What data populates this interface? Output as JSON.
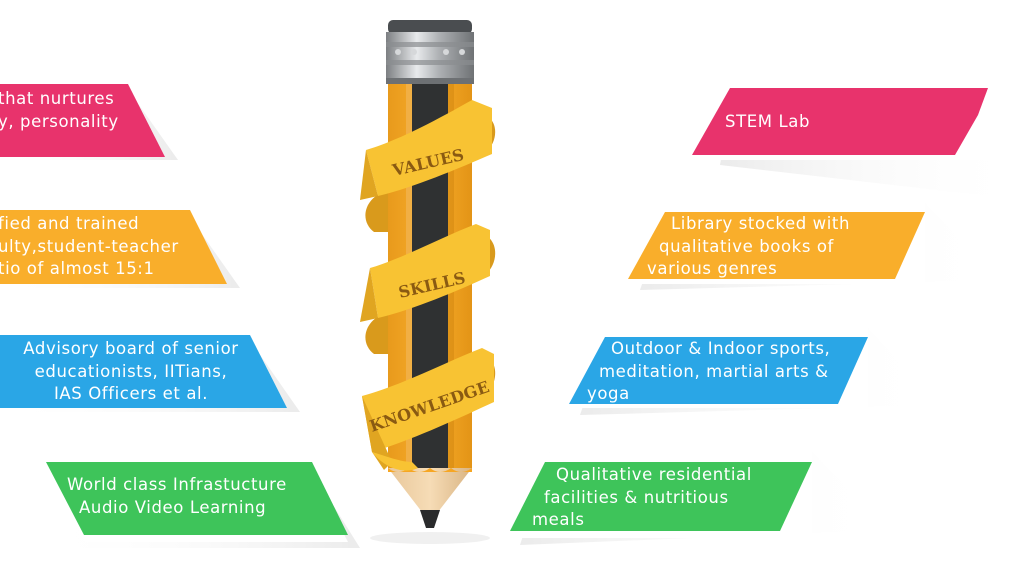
{
  "left_items": [
    {
      "lines": [
        "that nurtures",
        "y, personality"
      ],
      "color": "#e8336c"
    },
    {
      "lines": [
        "fied and trained",
        "ulty,student-teacher",
        "tio of almost 15:1"
      ],
      "color": "#f9ae2b"
    },
    {
      "lines": [
        "Advisory board of senior",
        "educationists, IITians,",
        "IAS Officers et al."
      ],
      "color": "#2aa6e6"
    },
    {
      "lines": [
        "World class Infrastucture",
        "Audio Video Learning"
      ],
      "color": "#3ec45a"
    }
  ],
  "right_items": [
    {
      "lines": [
        "STEM Lab"
      ],
      "color": "#e8336c"
    },
    {
      "lines": [
        "Library stocked with",
        "qualitative books of",
        "various genres"
      ],
      "color": "#f9ae2b"
    },
    {
      "lines": [
        "Outdoor & Indoor sports,",
        "meditation, martial arts &",
        "yoga"
      ],
      "color": "#2aa6e6"
    },
    {
      "lines": [
        "Qualitative residential",
        "facilities & nutritious",
        "meals"
      ],
      "color": "#3ec45a"
    }
  ],
  "ribbon_words": [
    "VALUES",
    "SKILLS",
    "KNOWLEDGE"
  ],
  "colors": {
    "pencil_body": "#f6a623",
    "pencil_core": "#2f3132",
    "ribbon": "#f8c333",
    "ferrule": "#b9bcbf"
  }
}
